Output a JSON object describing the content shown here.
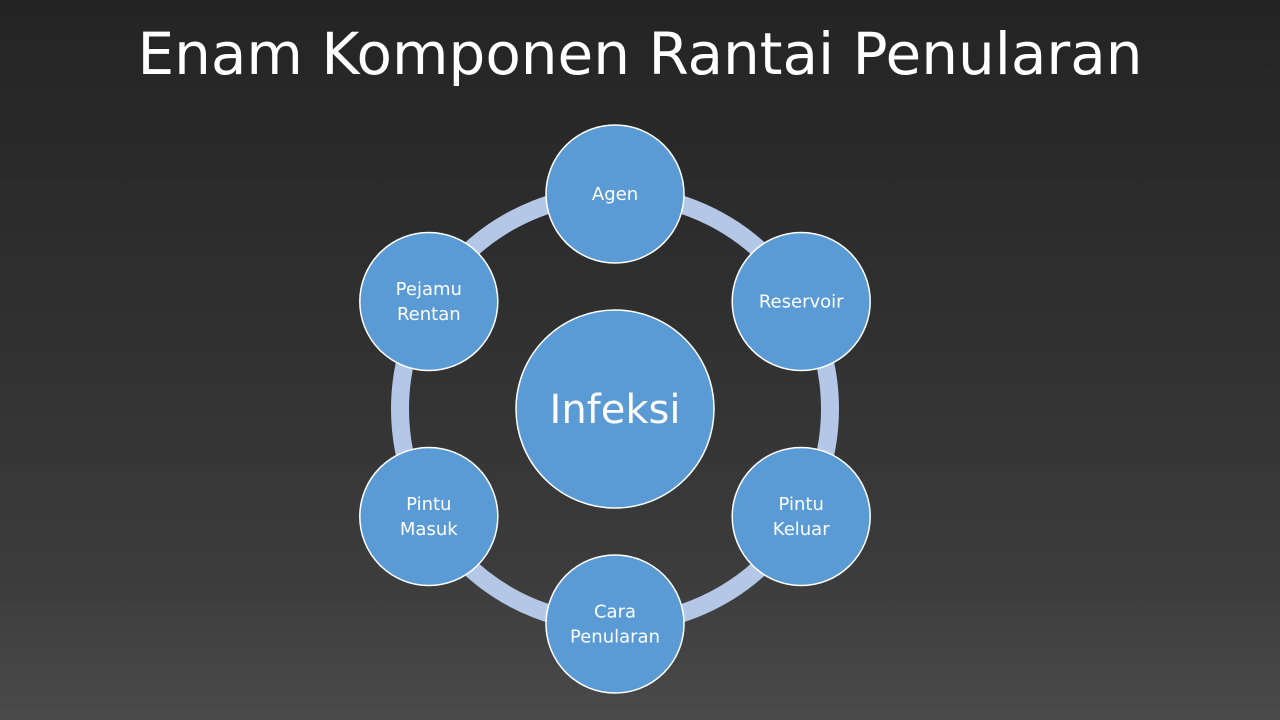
{
  "slide": {
    "title": "Enam Komponen Rantai Penularan",
    "center": {
      "label": "Infeksi"
    },
    "nodes": [
      {
        "lines": [
          "Agen"
        ]
      },
      {
        "lines": [
          "Reservoir"
        ]
      },
      {
        "lines": [
          "Pintu",
          "Keluar"
        ]
      },
      {
        "lines": [
          "Cara",
          "Penularan"
        ]
      },
      {
        "lines": [
          "Pintu",
          "Masuk"
        ]
      },
      {
        "lines": [
          "Pejamu",
          "Rentan"
        ]
      }
    ]
  },
  "colors": {
    "node_fill": "#5b9bd5",
    "ring": "#b4c7e7",
    "border": "#ffffff"
  }
}
